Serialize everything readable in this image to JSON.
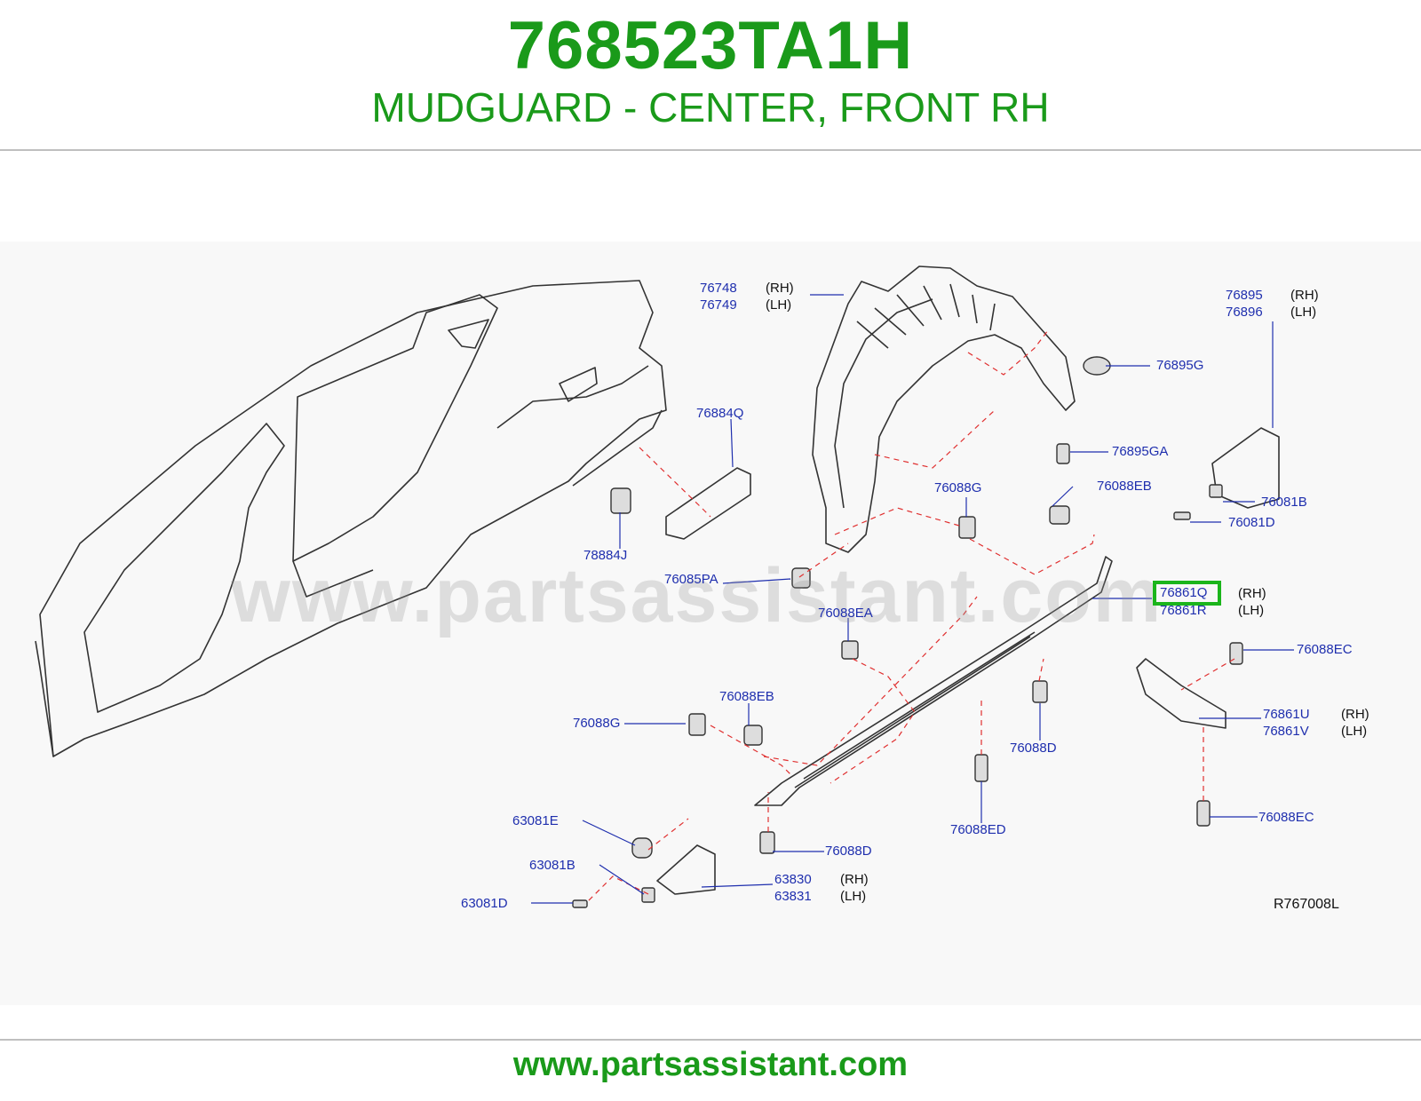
{
  "header": {
    "part_number": "768523TA1H",
    "title": "MUDGUARD - CENTER, FRONT RH"
  },
  "watermark": "www.partsassistant.com",
  "footer": {
    "url": "www.partsassistant.com"
  },
  "diagram_ref": "R767008L",
  "highlighted_part": "76861Q",
  "callouts": {
    "p76748": "76748",
    "p76749": "76749",
    "p76884Q": "76884Q",
    "p78884J": "78884J",
    "p76895": "76895",
    "p76896": "76896",
    "p76895G": "76895G",
    "p76895GA": "76895GA",
    "p76088G_top": "76088G",
    "p76088EB_top": "76088EB",
    "p76081B": "76081B",
    "p76081D": "76081D",
    "p76085PA": "76085PA",
    "p76861Q": "76861Q",
    "p76861R": "76861R",
    "p76088EA": "76088EA",
    "p76088EC_top": "76088EC",
    "p76088EB_mid": "76088EB",
    "p76088G_mid": "76088G",
    "p76861U": "76861U",
    "p76861V": "76861V",
    "p76088D_right": "76088D",
    "p76088ED": "76088ED",
    "p76088EC_bot": "76088EC",
    "p63081E": "63081E",
    "p63081B": "63081B",
    "p63081D": "63081D",
    "p76088D_bot": "76088D",
    "p63830": "63830",
    "p63831": "63831"
  },
  "side_labels": {
    "rh": "(RH)",
    "lh": "(LH)"
  }
}
